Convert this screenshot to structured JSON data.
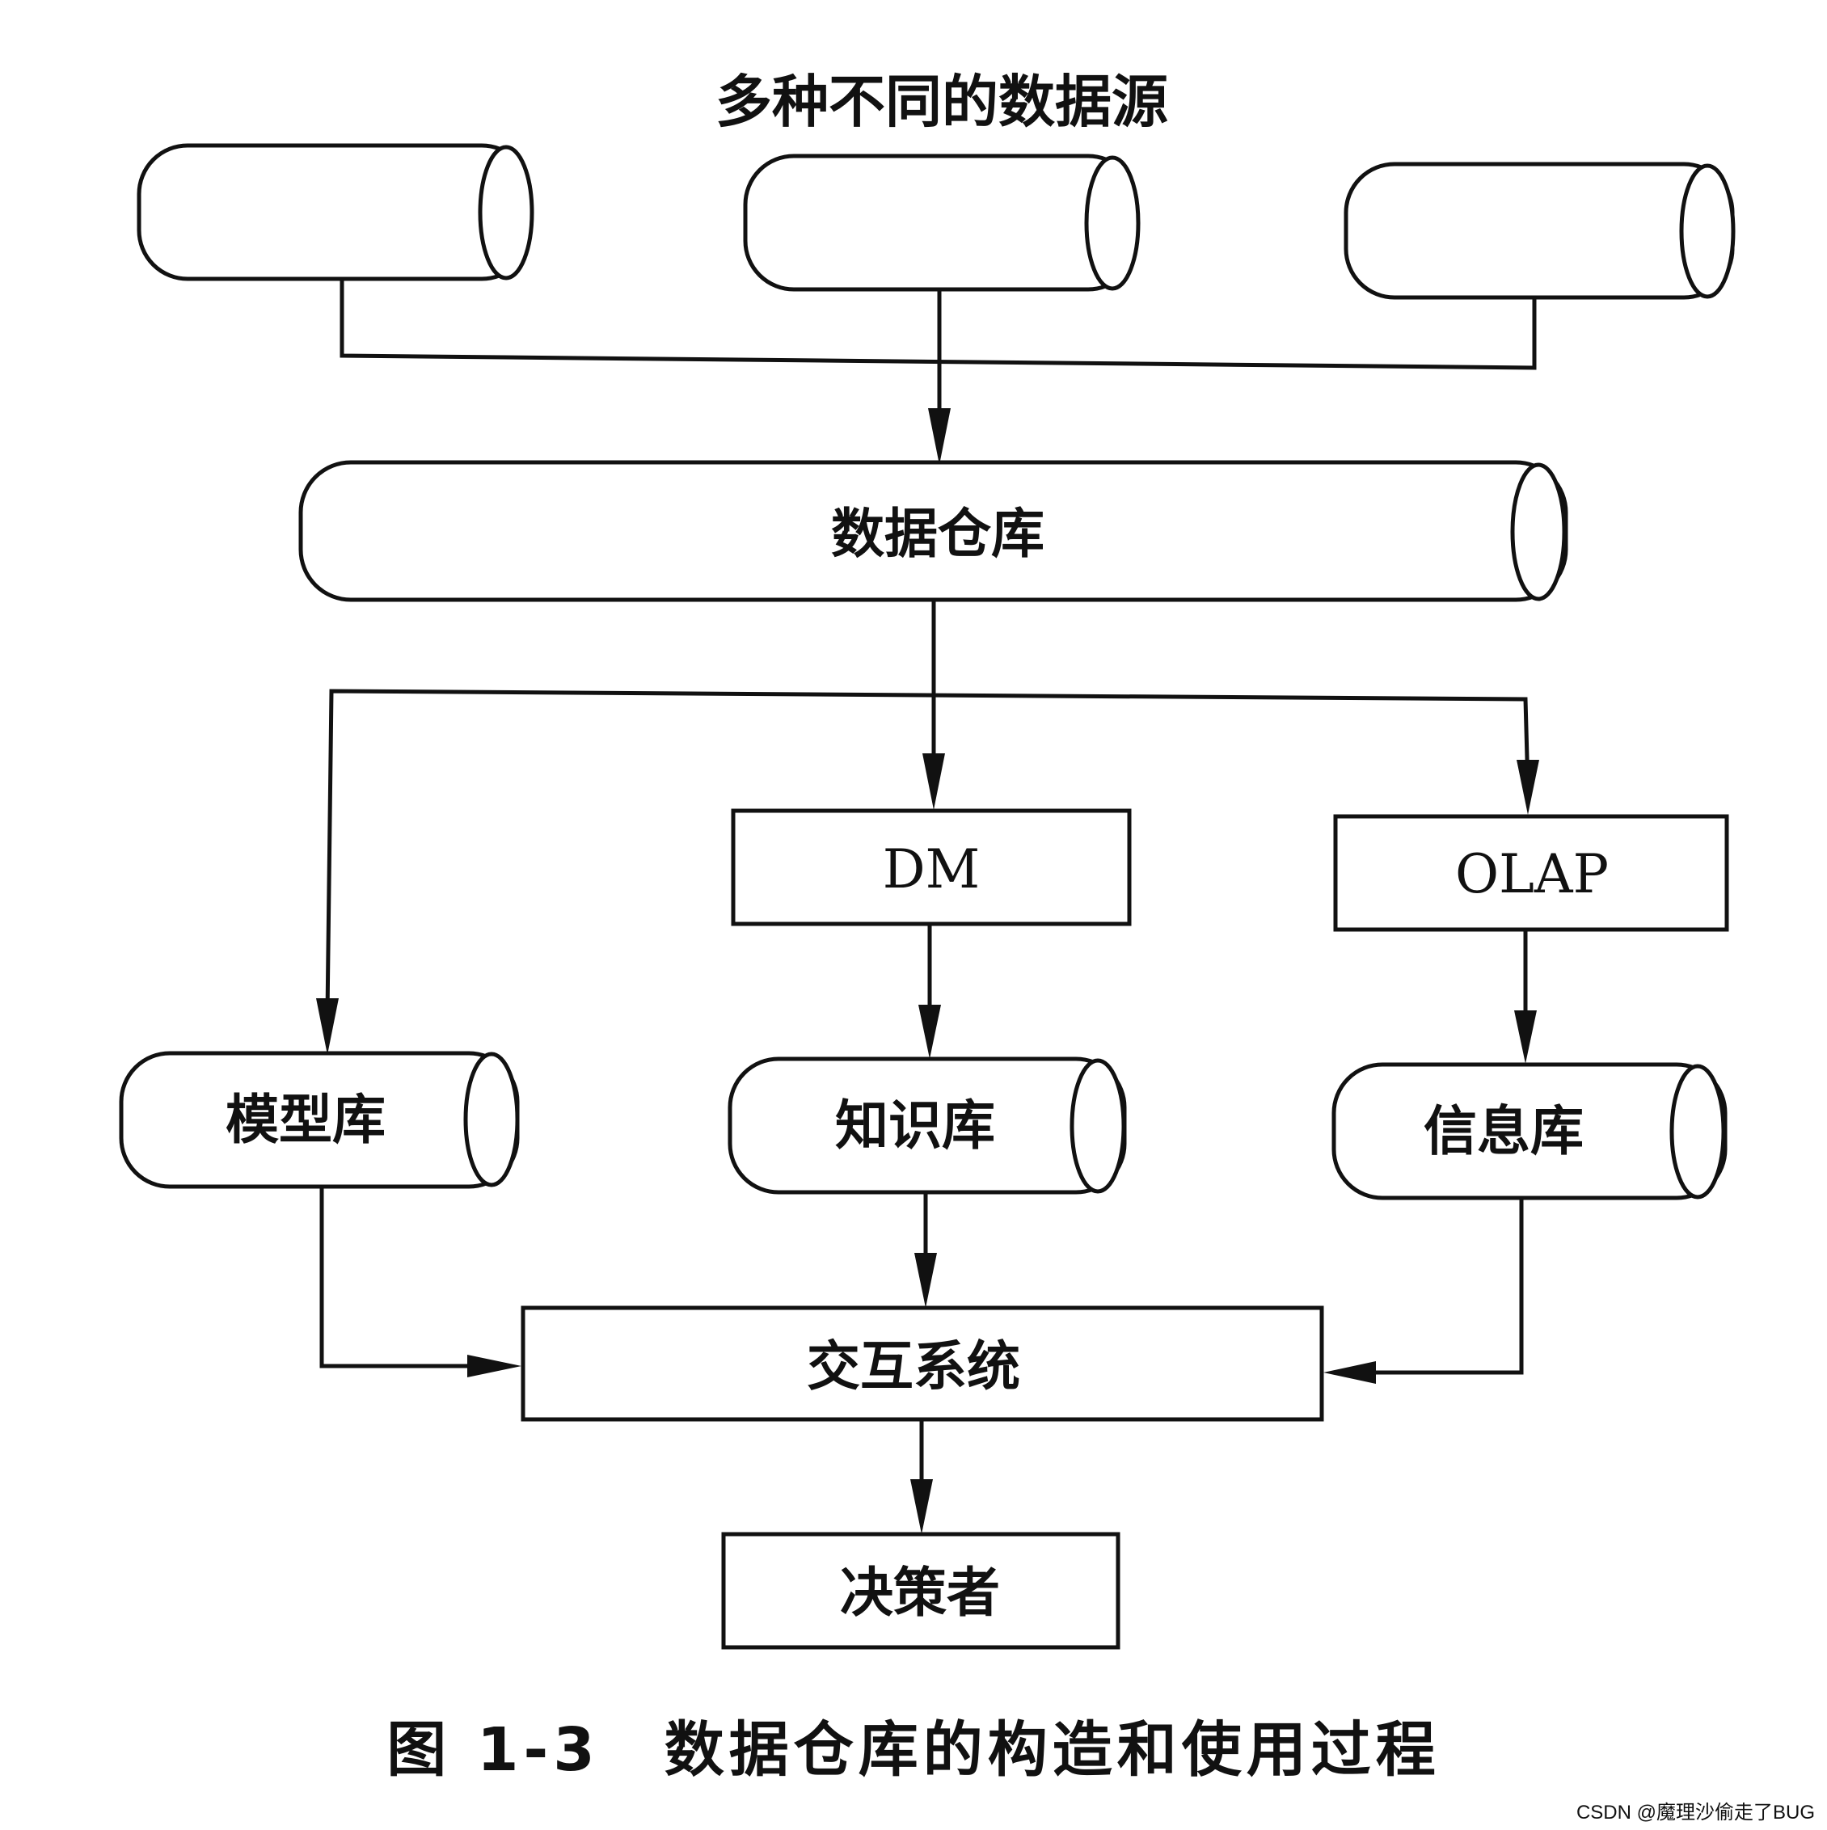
{
  "diagram": {
    "title": "多种不同的数据源",
    "warehouse": "数据仓库",
    "dm": "DM",
    "olap": "OLAP",
    "model_db": "模型库",
    "knowledge_db": "知识库",
    "info_db": "信息库",
    "interaction": "交互系统",
    "decision_maker": "决策者",
    "caption": "图 1-3　数据仓库的构造和使用过程"
  },
  "watermark": "CSDN @魔理沙偷走了BUG"
}
